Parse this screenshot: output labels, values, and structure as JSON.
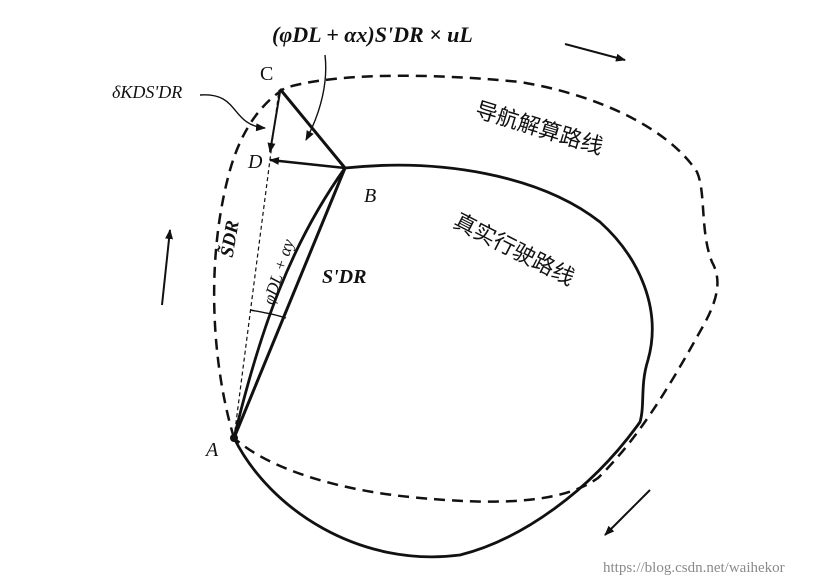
{
  "diagram": {
    "formula_label": "(φDL + αx)S'DR × uL",
    "delta_label": "δKDS'DR",
    "route_solved_label": "导航解算路线",
    "route_true_label": "真实行驶路线",
    "point_a": "A",
    "point_b": "B",
    "point_c": "C",
    "point_d": "D",
    "s_dr_label": "S'DR",
    "s_dr_tilde_label": "S̃DR",
    "angle_label": "φDL + αy"
  },
  "watermark": "https://blog.csdn.net/waihekor"
}
